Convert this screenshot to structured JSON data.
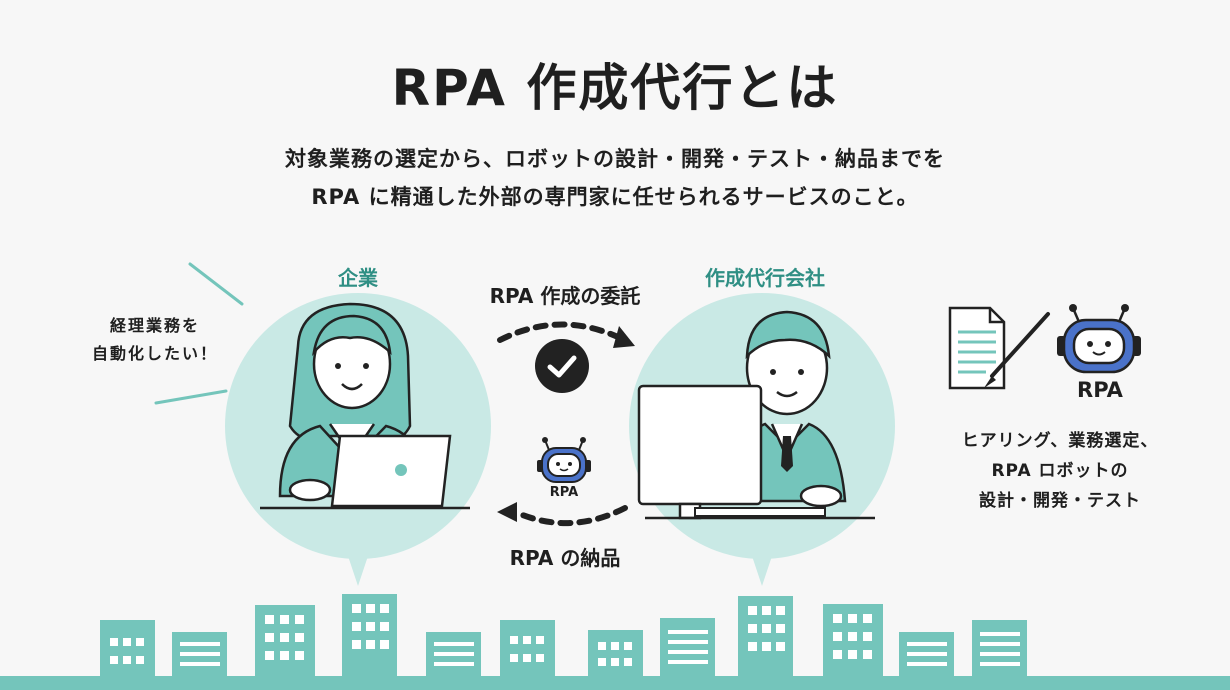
{
  "title": "RPA 作成代行とは",
  "subtitle": {
    "line1": "対象業務の選定から、ロボットの設計・開発・テスト・納品までを",
    "line2": "RPA に精通した外部の専門家に任せられるサービスのこと。"
  },
  "left": {
    "label": "企業",
    "speech_line1": "経理業務を",
    "speech_line2": "自動化したい！"
  },
  "middle": {
    "top_label": "RPA 作成の委託",
    "bottom_label": "RPA の納品",
    "robot_label": "RPA"
  },
  "right": {
    "label": "作成代行会社"
  },
  "far_right": {
    "robot_label": "RPA",
    "desc_line1": "ヒアリング、業務選定、",
    "desc_line2": "RPA ロボットの",
    "desc_line3": "設計・開発・テスト"
  },
  "colors": {
    "teal": "#74c5bb",
    "teal_light": "#c9e9e5",
    "teal_text": "#2f8f84",
    "dark": "#222222",
    "robot_blue": "#4a72c9"
  }
}
